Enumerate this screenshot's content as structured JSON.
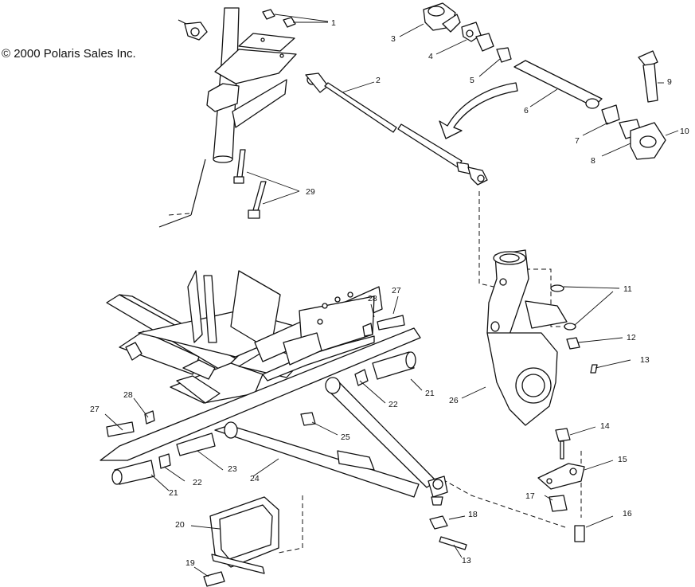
{
  "copyright": "© 2000 Polaris Sales Inc.",
  "callouts": {
    "c1": "1",
    "c2": "2",
    "c3": "3",
    "c4": "4",
    "c5": "5",
    "c6": "6",
    "c7": "7",
    "c8": "8",
    "c9": "9",
    "c10": "10",
    "c11": "11",
    "c12": "12",
    "c13a": "13",
    "c13b": "13",
    "c14": "14",
    "c15": "15",
    "c16": "16",
    "c17": "17",
    "c18": "18",
    "c19": "19",
    "c20": "20",
    "c21a": "21",
    "c21b": "21",
    "c22a": "22",
    "c22b": "22",
    "c23": "23",
    "c24": "24",
    "c25": "25",
    "c26": "26",
    "c27a": "27",
    "c27b": "27",
    "c28a": "28",
    "c28b": "28",
    "c29": "29"
  }
}
